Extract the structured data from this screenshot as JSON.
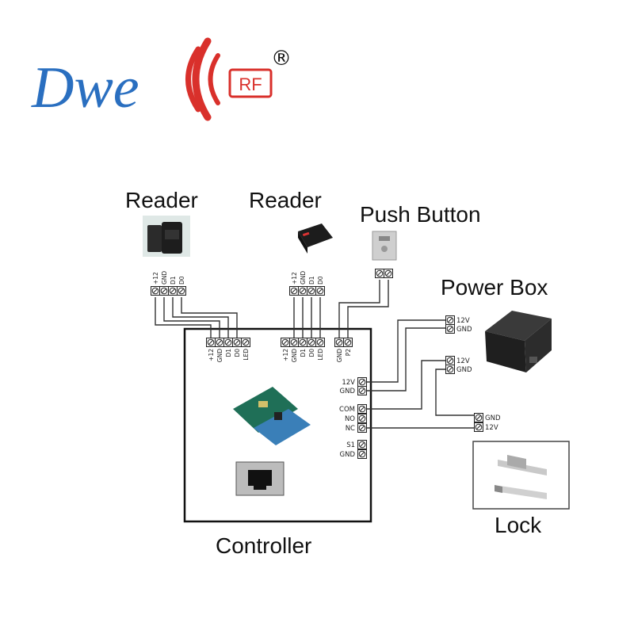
{
  "logo": {
    "text": "Dwe",
    "badge": "RF",
    "registered": "®",
    "accent": "#d9302b",
    "text_color": "#2a6fc0"
  },
  "labels": {
    "reader1": "Reader",
    "reader2": "Reader",
    "push_button": "Push Button",
    "power_box": "Power Box",
    "controller": "Controller",
    "lock": "Lock"
  },
  "reader_pins": [
    "+12",
    "GND",
    "D1",
    "D0"
  ],
  "controller_reader1_pins": [
    "+12",
    "GND",
    "D1",
    "D0",
    "LED"
  ],
  "controller_reader2_pins": [
    "+12",
    "GND",
    "D1",
    "D0",
    "LED"
  ],
  "controller_button_pins": [
    "GND",
    "P2"
  ],
  "controller_power_pins": [
    "12V",
    "GND"
  ],
  "controller_relay_pins": [
    "COM",
    "NO",
    "NC"
  ],
  "controller_exit_pins": [
    "S1",
    "GND"
  ],
  "power_out1_pins": [
    "12V",
    "GND"
  ],
  "power_out2_pins": [
    "12V",
    "GND"
  ],
  "lock_pins": [
    "GND",
    "12V"
  ]
}
